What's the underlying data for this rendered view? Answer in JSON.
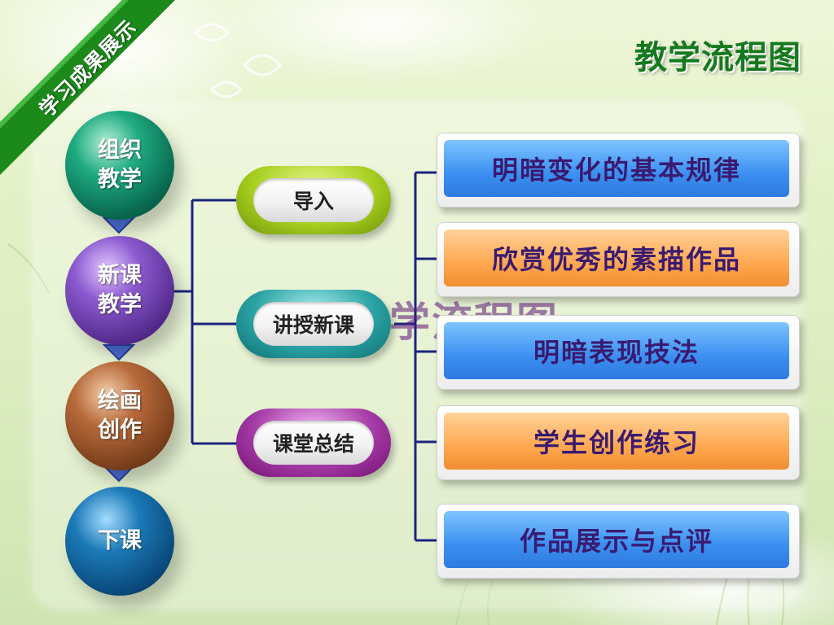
{
  "header": {
    "ribbon_label": "学习成果展示",
    "title": "教学流程图",
    "ghost_text": "学流程图"
  },
  "colors": {
    "ribbon": "#1b8a1b",
    "title": "#157a1e",
    "connector": "#1a237e",
    "box_blue": "#3b8ff0",
    "box_orange": "#ffa850",
    "box_text": "#3a1a70"
  },
  "stages": [
    {
      "line1": "组织",
      "line2": "教学",
      "color": "teal"
    },
    {
      "line1": "新课",
      "line2": "教学",
      "color": "purple"
    },
    {
      "line1": "绘画",
      "line2": "创作",
      "color": "brown"
    },
    {
      "line1": "下课",
      "line2": "",
      "color": "navy"
    }
  ],
  "phases": [
    {
      "label": "导入",
      "color": "green"
    },
    {
      "label": "讲授新课",
      "color": "teal"
    },
    {
      "label": "课堂总结",
      "color": "purple"
    }
  ],
  "steps": [
    {
      "label": "明暗变化的基本规律",
      "color": "blue"
    },
    {
      "label": "欣赏优秀的素描作品",
      "color": "orange"
    },
    {
      "label": "明暗表现技法",
      "color": "blue"
    },
    {
      "label": "学生创作练习",
      "color": "orange"
    },
    {
      "label": "作品展示与点评",
      "color": "blue"
    }
  ]
}
